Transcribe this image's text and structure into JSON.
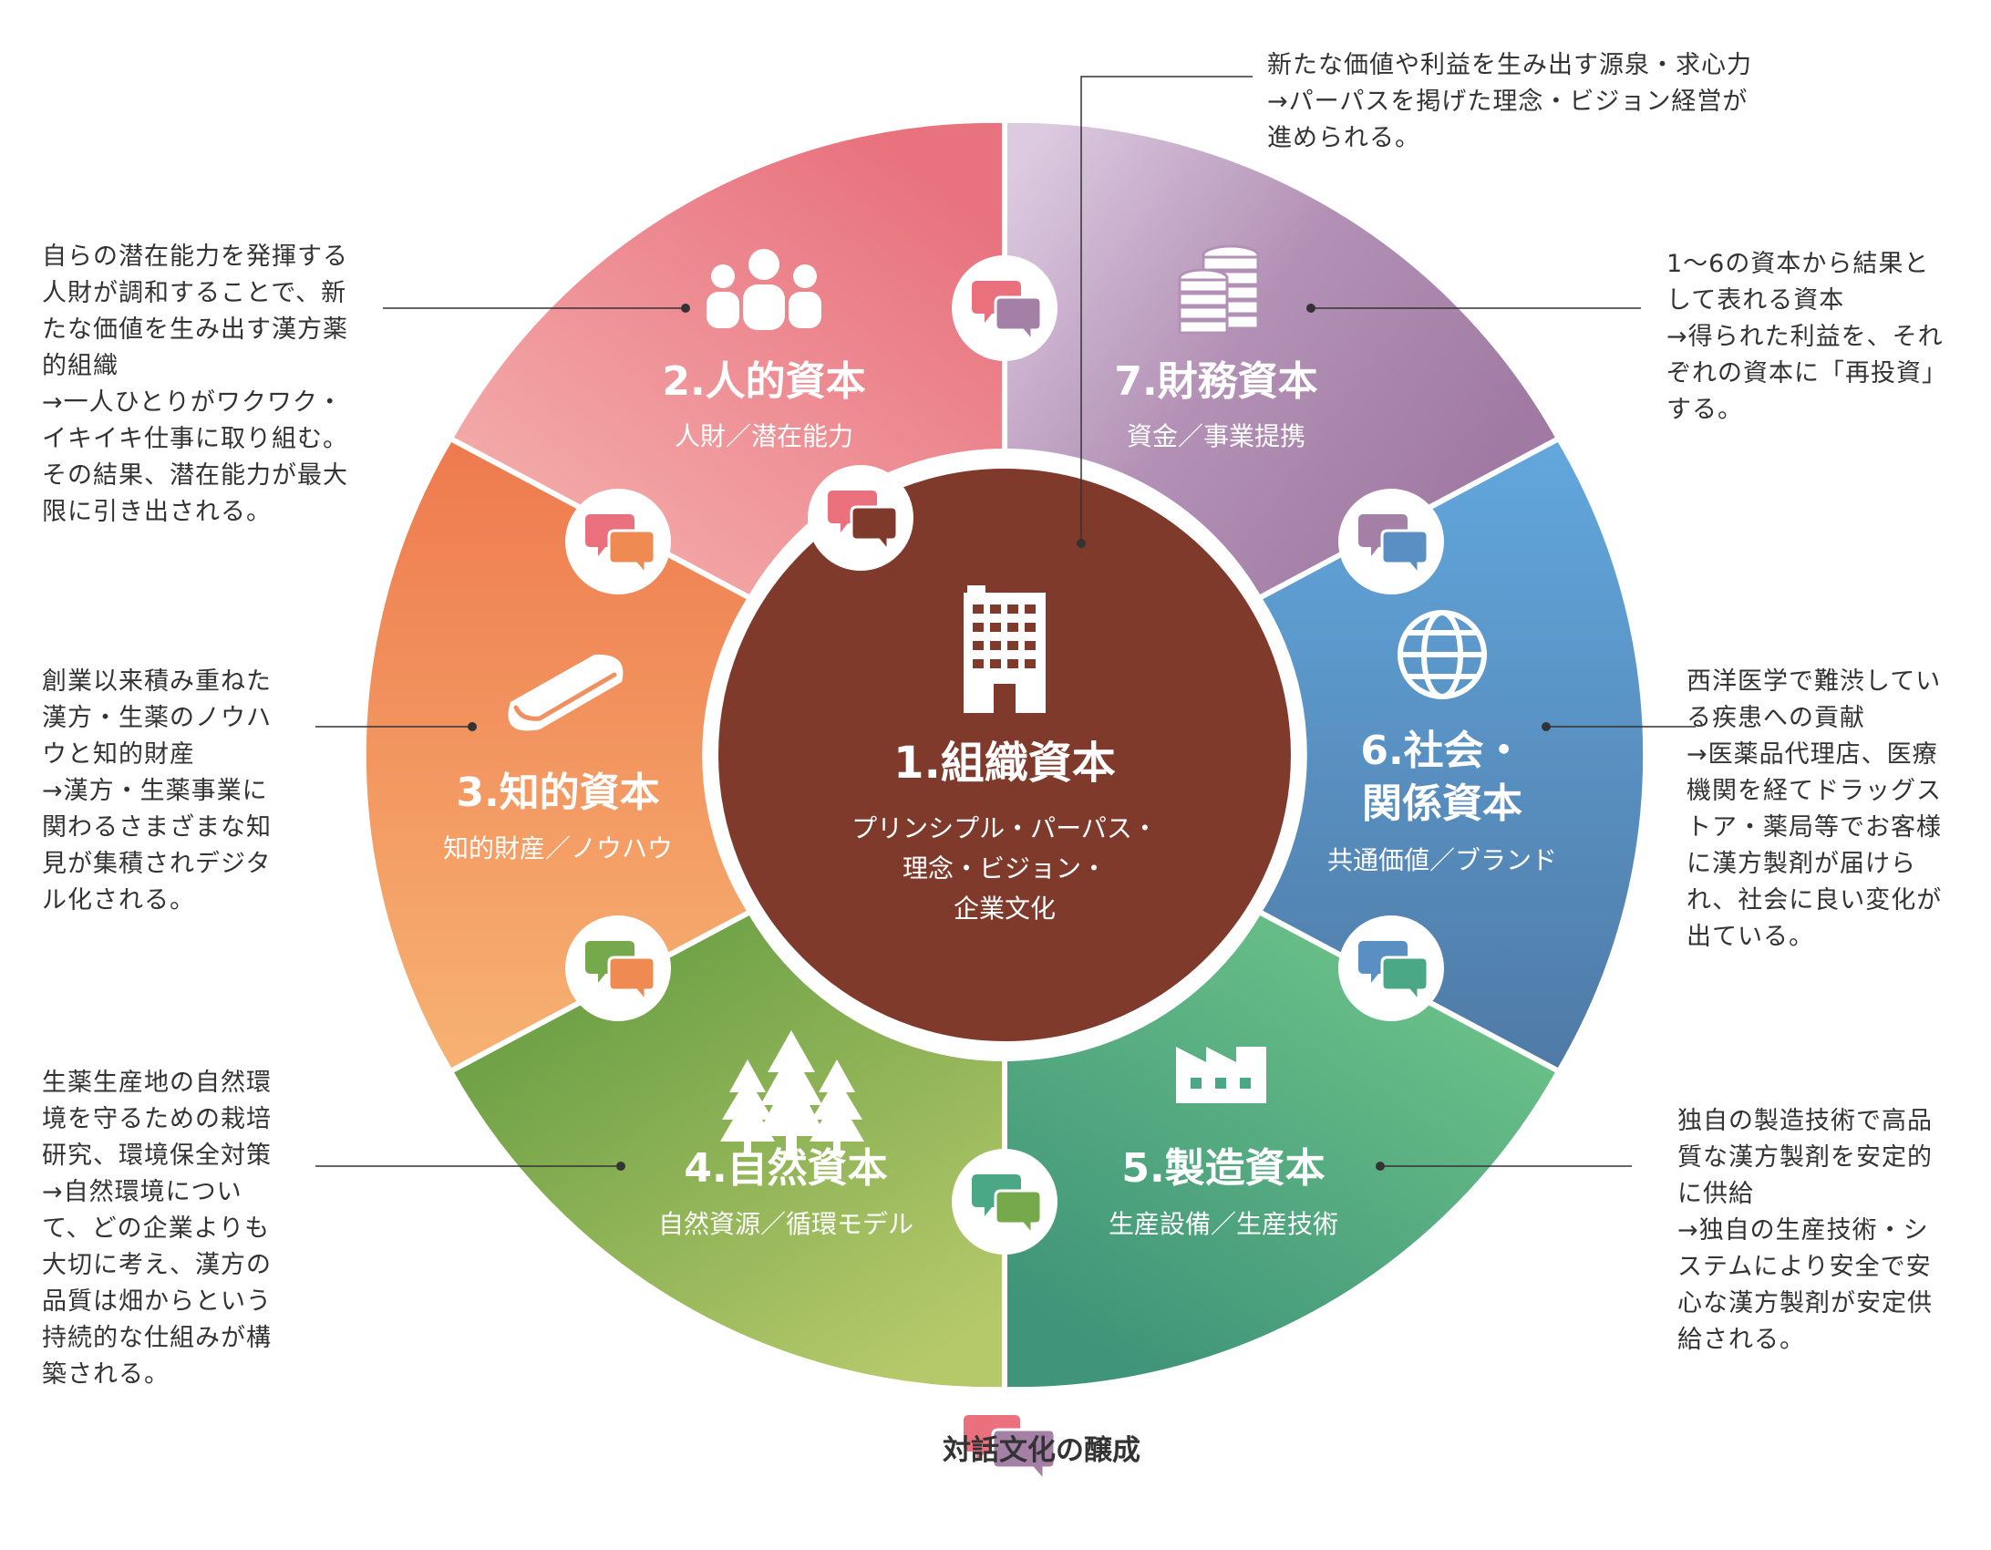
{
  "center": {
    "title": "1.組織資本",
    "subtitle_lines": [
      "プリンシプル・パーパス・",
      "理念・ビジョン・",
      "企業文化"
    ],
    "color": "#7f3a2c",
    "icon": "office-building-icon"
  },
  "segments": [
    {
      "id": "jinteki",
      "title": "2.人的資本",
      "subtitle": "人財／潜在能力",
      "icon": "people-group-icon",
      "color": "#e9707c"
    },
    {
      "id": "zaimu",
      "title": "7.財務資本",
      "subtitle": "資金／事業提携",
      "icon": "coin-stacks-icon",
      "color": "#a47fa6"
    },
    {
      "id": "shakai",
      "title_lines": [
        "6.社会・",
        "関係資本"
      ],
      "subtitle": "共通価値／ブランド",
      "icon": "globe-icon",
      "color": "#5a8fc4"
    },
    {
      "id": "seizou",
      "title": "5.製造資本",
      "subtitle": "生産設備／生産技術",
      "icon": "factory-icon",
      "color": "#4aa886"
    },
    {
      "id": "shizen",
      "title": "4.自然資本",
      "subtitle": "自然資源／循環モデル",
      "icon": "trees-icon",
      "color": "#76a84c"
    },
    {
      "id": "chiteki",
      "title": "3.知的資本",
      "subtitle": "知的財産／ノウハウ",
      "icon": "book-icon",
      "color": "#ef8a52"
    }
  ],
  "notes": {
    "zaimu_top": "新たな価値や利益を生み出す源泉・求心力\n→パーパスを掲げた理念・ビジョン経営が\n進められる。",
    "jinteki": "自らの潜在能力を発揮する\n人財が調和することで、新\nたな価値を生み出す漢方薬\n的組織\n→一人ひとりがワクワク・\nイキイキ仕事に取り組む。\nその結果、潜在能力が最大\n限に引き出される。",
    "zaimu": "1〜6の資本から結果と\nして表れる資本\n→得られた利益を、それ\nぞれの資本に「再投資」\nする。",
    "chiteki": "創業以来積み重ねた\n漢方・生薬のノウハ\nウと知的財産\n→漢方・生薬事業に\n関わるさまざまな知\n見が集積されデジタ\nル化される。",
    "shakai": "西洋医学で難渋してい\nる疾患への貢献\n→医薬品代理店、医療\n機関を経てドラッグス\nトア・薬局等でお客様\nに漢方製剤が届けら\nれ、社会に良い変化が\n出ている。",
    "shizen": "生薬生産地の自然環\n境を守るための栽培\n研究、環境保全対策\n→自然環境につい\nて、どの企業よりも\n大切に考え、漢方の\n品質は畑からという\n持続的な仕組みが構\n築される。",
    "seizou": "独自の製造技術で高品\n質な漢方製剤を安定的\nに供給\n→独自の生産技術・シ\nステムにより安全で安\n心な漢方製剤が安定供\n給される。"
  },
  "legend": {
    "label": "対話文化の醸成",
    "icon": "dialogue-bubbles-icon"
  },
  "bubble_pairs": [
    {
      "id": "top",
      "back": "#e9707c",
      "front": "#a47fa6"
    },
    {
      "id": "upper-left-inner",
      "back": "#e9707c",
      "front": "#7f3a2c"
    },
    {
      "id": "left-upper",
      "back": "#e9707c",
      "front": "#ef8a52"
    },
    {
      "id": "right-upper",
      "back": "#a47fa6",
      "front": "#5a8fc4"
    },
    {
      "id": "left-lower",
      "back": "#76a84c",
      "front": "#ef8a52"
    },
    {
      "id": "right-lower",
      "back": "#5a8fc4",
      "front": "#4aa886"
    },
    {
      "id": "bottom",
      "back": "#4aa886",
      "front": "#76a84c"
    }
  ]
}
